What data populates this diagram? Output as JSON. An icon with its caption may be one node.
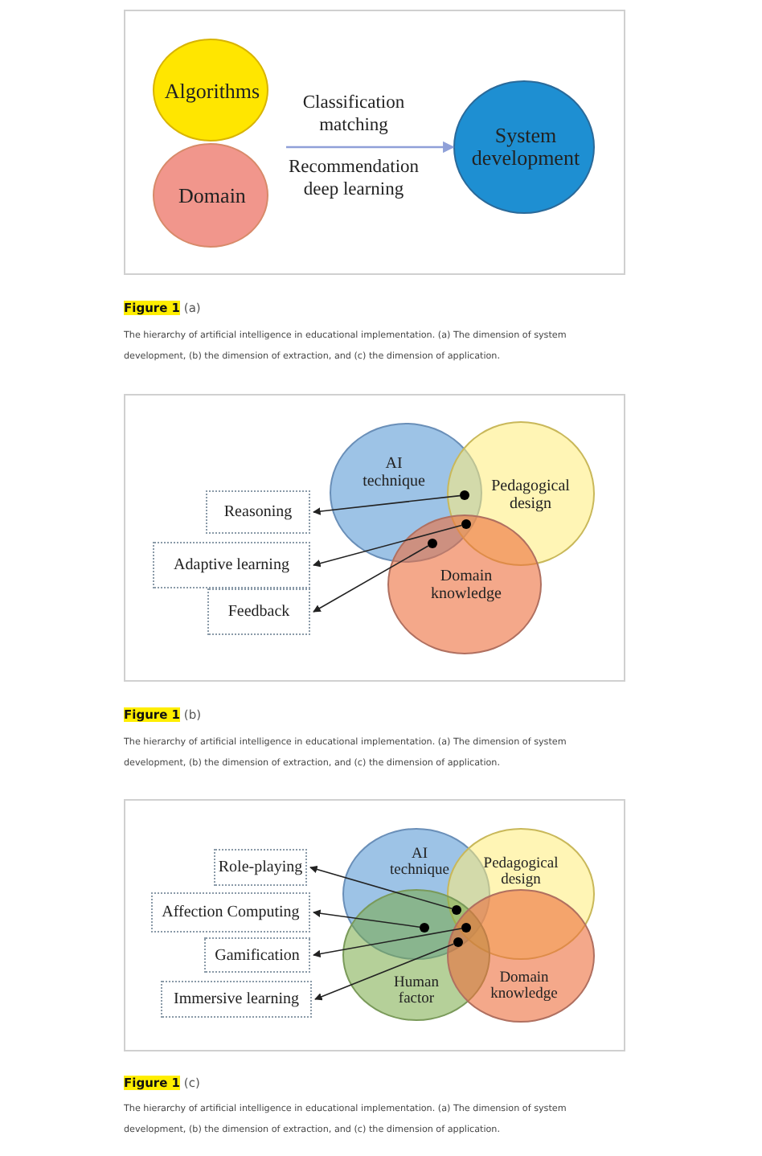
{
  "diagram": {
    "nodes": [
      {
        "text": [
          "Algorithms"
        ]
      },
      {
        "text": [
          "Domain"
        ]
      },
      {
        "text": [
          "System development"
        ]
      },
      {
        "text": [
          "AI technique"
        ]
      },
      {
        "text": [
          "Pedagogical design"
        ]
      },
      {
        "text": [
          "Domain knowledge"
        ]
      },
      {
        "text": [
          "Reasoning"
        ]
      },
      {
        "text": [
          "Adaptive learning"
        ]
      },
      {
        "text": [
          "Feedback"
        ]
      },
      {
        "text": [],
        "shape": "circle"
      },
      {
        "text": [],
        "shape": "circle"
      },
      {
        "text": [],
        "shape": "circle"
      },
      {
        "text": [
          "AI technique"
        ]
      },
      {
        "text": [
          "Pedagogical design"
        ]
      },
      {
        "text": [
          "Human factor"
        ]
      },
      {
        "text": [
          "Domain knowledge"
        ]
      },
      {
        "text": [
          "Role-playing"
        ]
      },
      {
        "text": [
          "Affection Computing"
        ]
      },
      {
        "text": [
          "Gamification"
        ]
      },
      {
        "text": [
          "Immersive learning"
        ]
      },
      {
        "text": [],
        "shape": "circle"
      },
      {
        "text": [],
        "shape": "circle"
      },
      {
        "text": [],
        "shape": "circle"
      },
      {
        "text": [],
        "shape": "circle"
      }
    ],
    "edges": [
      {
        "from": 0,
        "to": 2,
        "arrow": "to",
        "color": "#8fa0d8"
      },
      {
        "from": 9,
        "to": 6,
        "arrow": "to"
      },
      {
        "from": 10,
        "to": 7,
        "arrow": "to"
      },
      {
        "from": 11,
        "to": 8,
        "arrow": "to"
      },
      {
        "from": 20,
        "to": 16,
        "arrow": "to"
      },
      {
        "from": 21,
        "to": 17,
        "arrow": "to"
      },
      {
        "from": 22,
        "to": 18,
        "arrow": "to"
      },
      {
        "from": 23,
        "to": 19,
        "arrow": "to"
      }
    ],
    "labels": [
      "Classification matching",
      "Recommendation deep learning",
      "**Figure 1** (a)",
      "The hierarchy of artificial intelligence in educational implementation. (a) The dimension of system development, (b) the dimension of extraction, and (c) the dimension of application.",
      "**Figure 1** (b)",
      "The hierarchy of artificial intelligence in educational implementation. (a) The dimension of system development, (b) the dimension of extraction, and (c) the dimension of application.",
      "**Figure 1** (c)",
      "The hierarchy of artificial intelligence in educational implementation. (a) The dimension of system development, (b) the dimension of extraction, and (c) the dimension of application."
    ]
  }
}
